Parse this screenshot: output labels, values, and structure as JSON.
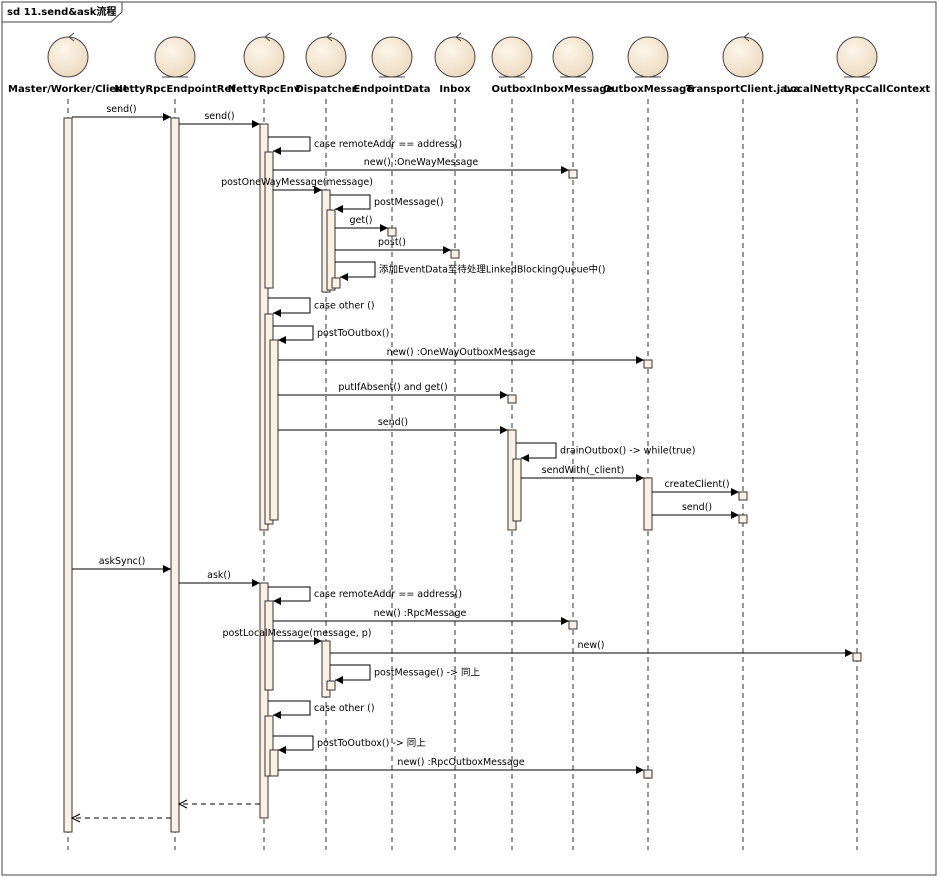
{
  "frame": {
    "title": "sd 11.send&ask流程"
  },
  "colors": {
    "participant_fill": "#f6ead8",
    "activation_fill": "#fbf1e3",
    "guard_text": "#1a8fd6",
    "ref_text": "#d62020",
    "normal_text": "#000000"
  },
  "participants": [
    {
      "id": "client",
      "label": "Master/Worker/Client",
      "kind": "control"
    },
    {
      "id": "ref",
      "label": "NettyRpcEndpointRef",
      "kind": "entity"
    },
    {
      "id": "env",
      "label": "NettyRpcEnv",
      "kind": "control"
    },
    {
      "id": "disp",
      "label": "Dispatcher",
      "kind": "control"
    },
    {
      "id": "epd",
      "label": "EndpointData",
      "kind": "entity"
    },
    {
      "id": "inbox",
      "label": "Inbox",
      "kind": "control"
    },
    {
      "id": "outbox",
      "label": "Outbox",
      "kind": "entity"
    },
    {
      "id": "inmsg",
      "label": "InboxMessage",
      "kind": "entity"
    },
    {
      "id": "outmsg",
      "label": "OutboxMessage",
      "kind": "entity"
    },
    {
      "id": "tc",
      "label": "TransportClient.java",
      "kind": "control"
    },
    {
      "id": "local",
      "label": "LocalNettyRpcCallContext",
      "kind": "entity"
    }
  ],
  "messages": [
    {
      "label": "send()",
      "style": "normal"
    },
    {
      "label": "send()",
      "style": "normal"
    },
    {
      "label": "case remoteAddr == address()",
      "style": "guard"
    },
    {
      "label": "new() :OneWayMessage",
      "style": "normal"
    },
    {
      "label": "postOneWayMessage(message)",
      "style": "normal"
    },
    {
      "label": "postMessage()",
      "style": "normal"
    },
    {
      "label": "get()",
      "style": "normal"
    },
    {
      "label": "post()",
      "style": "normal"
    },
    {
      "label": "添加EventData至待处理LinkedBlockingQueue中()",
      "style": "normal"
    },
    {
      "label": "case other ()",
      "style": "guard"
    },
    {
      "label": "postToOutbox()",
      "style": "normal"
    },
    {
      "label": "new() :OneWayOutboxMessage",
      "style": "normal"
    },
    {
      "label": "putIfAbsent() and get()",
      "style": "normal"
    },
    {
      "label": "send()",
      "style": "normal"
    },
    {
      "label": "drainOutbox() -> while(true)",
      "style": "normal"
    },
    {
      "label": "sendWith(_client)",
      "style": "normal"
    },
    {
      "label": "createClient()",
      "style": "normal"
    },
    {
      "label": "send()",
      "style": "normal"
    },
    {
      "label": "askSync()",
      "style": "normal"
    },
    {
      "label": "ask()",
      "style": "normal"
    },
    {
      "label": "case remoteAddr == address()",
      "style": "guard"
    },
    {
      "label": "new() :RpcMessage",
      "style": "normal"
    },
    {
      "label": "postLocalMessage(message, p)",
      "style": "normal"
    },
    {
      "label": "new()",
      "style": "normal"
    },
    {
      "label": "postMessage() -> 同上",
      "style": "ref"
    },
    {
      "label": "case other ()",
      "style": "guard"
    },
    {
      "label": "postToOutbox() -> 同上",
      "style": "ref"
    },
    {
      "label": "new() :RpcOutboxMessage",
      "style": "normal"
    }
  ]
}
